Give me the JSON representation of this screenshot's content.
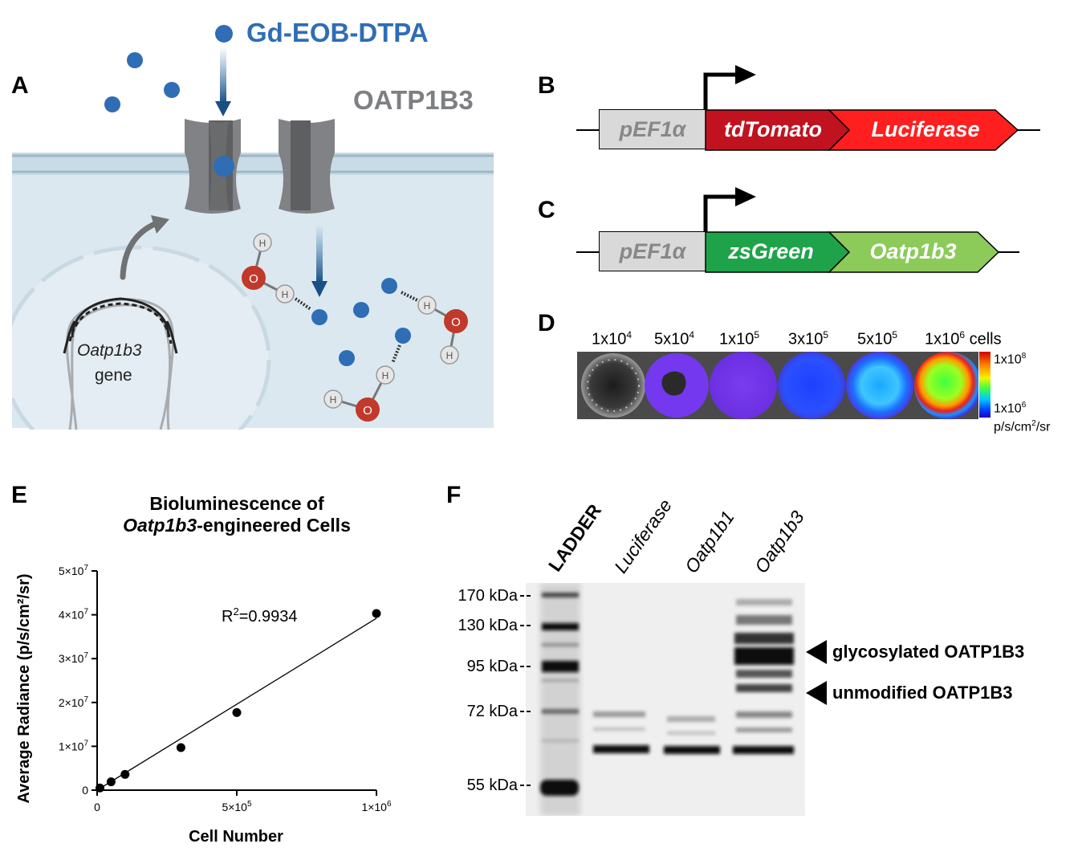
{
  "panels": {
    "A": "A",
    "B": "B",
    "C": "C",
    "D": "D",
    "E": "E",
    "F": "F"
  },
  "panelA": {
    "compound": "Gd-EOB-DTPA",
    "transporter": "OATP1B3",
    "gene_name": "Oatp1b3",
    "gene_word": "gene",
    "water_h": "H",
    "water_o": "O",
    "colors": {
      "compound": "#2f6db5",
      "membrane": "#c8dbe6",
      "cell": "#dbe8f0",
      "channel": "#7d7f82",
      "oxygen": "#c0392b"
    }
  },
  "panelB": {
    "promoter": "pEF1α",
    "gene1": "tdTomato",
    "gene2": "Luciferase",
    "colors": {
      "gene1": "#c1121f",
      "gene2": "#ff1f1f"
    }
  },
  "panelC": {
    "promoter": "pEF1α",
    "gene1": "zsGreen",
    "gene2": "Oatp1b3",
    "colors": {
      "gene1": "#1fa34a",
      "gene2": "#8ccb5a"
    }
  },
  "panelD": {
    "wells": [
      {
        "base": "1x10",
        "exp": "4",
        "suffix": ""
      },
      {
        "base": "5x10",
        "exp": "4",
        "suffix": ""
      },
      {
        "base": "1x10",
        "exp": "5",
        "suffix": ""
      },
      {
        "base": "3x10",
        "exp": "5",
        "suffix": ""
      },
      {
        "base": "5x10",
        "exp": "5",
        "suffix": ""
      },
      {
        "base": "1x10",
        "exp": "6",
        "suffix": " cells"
      }
    ],
    "scale_max": {
      "base": "1x10",
      "exp": "8"
    },
    "scale_min": {
      "base": "1x10",
      "exp": "6"
    },
    "scale_unit": {
      "pre": "p/s/cm",
      "exp": "2",
      "post": "/sr"
    }
  },
  "chart_data": {
    "type": "scatter",
    "title_line1": "Bioluminescence of",
    "title_line2_italic": "Oatp1b3",
    "title_line2_rest": "-engineered Cells",
    "xlabel": "Cell Number",
    "ylabel": "Average Radiance (p/s/cm²/sr)",
    "xlim": [
      0,
      1000000
    ],
    "ylim": [
      0,
      50000000
    ],
    "xticks": [
      {
        "value": 0,
        "label": "0",
        "exp": ""
      },
      {
        "value": 500000,
        "label": "5×10",
        "exp": "5"
      },
      {
        "value": 1000000,
        "label": "1×10",
        "exp": "6"
      }
    ],
    "yticks": [
      {
        "value": 0,
        "label": "0",
        "exp": ""
      },
      {
        "value": 10000000,
        "label": "1×10",
        "exp": "7"
      },
      {
        "value": 20000000,
        "label": "2×10",
        "exp": "7"
      },
      {
        "value": 30000000,
        "label": "3×10",
        "exp": "7"
      },
      {
        "value": 40000000,
        "label": "4×10",
        "exp": "7"
      },
      {
        "value": 50000000,
        "label": "5×10",
        "exp": "7"
      }
    ],
    "points": [
      {
        "x": 10000,
        "y": 500000
      },
      {
        "x": 50000,
        "y": 1900000
      },
      {
        "x": 100000,
        "y": 3600000
      },
      {
        "x": 300000,
        "y": 9700000
      },
      {
        "x": 500000,
        "y": 17700000
      },
      {
        "x": 1000000,
        "y": 40300000
      }
    ],
    "fit": {
      "x": [
        0,
        1000000
      ],
      "y": [
        -200000,
        39200000
      ]
    },
    "annotation": {
      "pre": "R",
      "exp": "2",
      "post": "=0.9934"
    }
  },
  "panelF": {
    "lanes": [
      {
        "label": "LADDER",
        "bold": true
      },
      {
        "label": "Luciferase",
        "bold": false
      },
      {
        "label": "Oatp1b1",
        "bold": false
      },
      {
        "label": "Oatp1b3",
        "bold": false
      }
    ],
    "markers": [
      "170 kDa",
      "130 kDa",
      "95 kDa",
      "72 kDa",
      "55 kDa"
    ],
    "annotations": [
      "glycosylated OATP1B3",
      "unmodified OATP1B3"
    ]
  }
}
